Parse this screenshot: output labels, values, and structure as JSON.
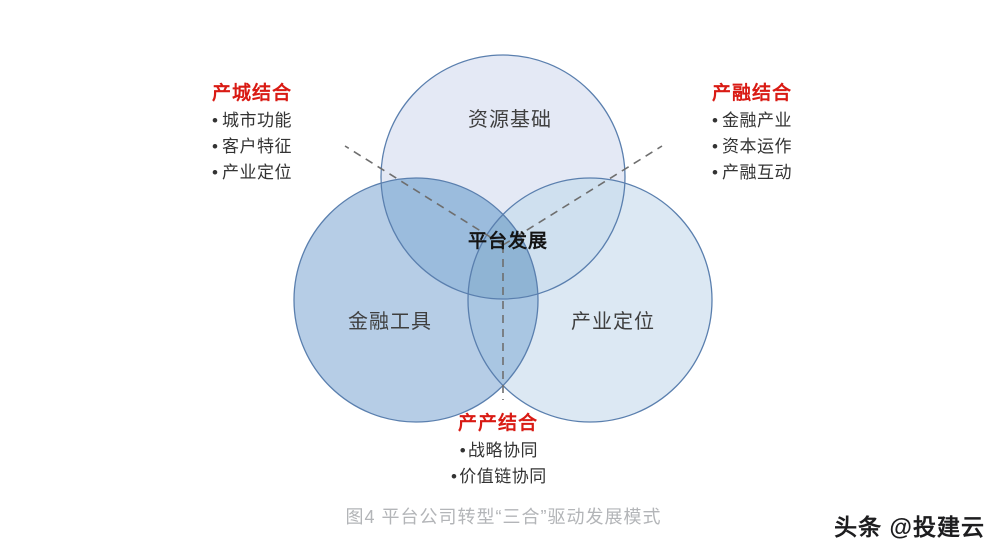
{
  "diagram": {
    "type": "venn-3-circle",
    "circles": [
      {
        "id": "top",
        "label": "资源基础",
        "fill": "#e3e8f5",
        "stroke": "#5a7fae"
      },
      {
        "id": "left",
        "label": "金融工具",
        "fill": "#b6cde6",
        "stroke": "#5a7fae"
      },
      {
        "id": "right",
        "label": "产业定位",
        "fill": "#dce8f3",
        "stroke": "#5a7fae"
      }
    ],
    "center_label": "平台发展",
    "connector_style": "dashed",
    "connector_color": "#6b6b6b"
  },
  "annotations": {
    "left": {
      "title": "产城结合",
      "title_color": "#d91b14",
      "items": [
        "城市功能",
        "客户特征",
        "产业定位"
      ]
    },
    "right": {
      "title": "产融结合",
      "title_color": "#d91b14",
      "items": [
        "金融产业",
        "资本运作",
        "产融互动"
      ]
    },
    "bottom": {
      "title": "产产结合",
      "title_color": "#d91b14",
      "items": [
        "战略协同",
        "价值链协同"
      ]
    }
  },
  "caption": "图4 平台公司转型“三合”驱动发展模式",
  "watermark": "头条 @投建云",
  "bullet_char": "•"
}
